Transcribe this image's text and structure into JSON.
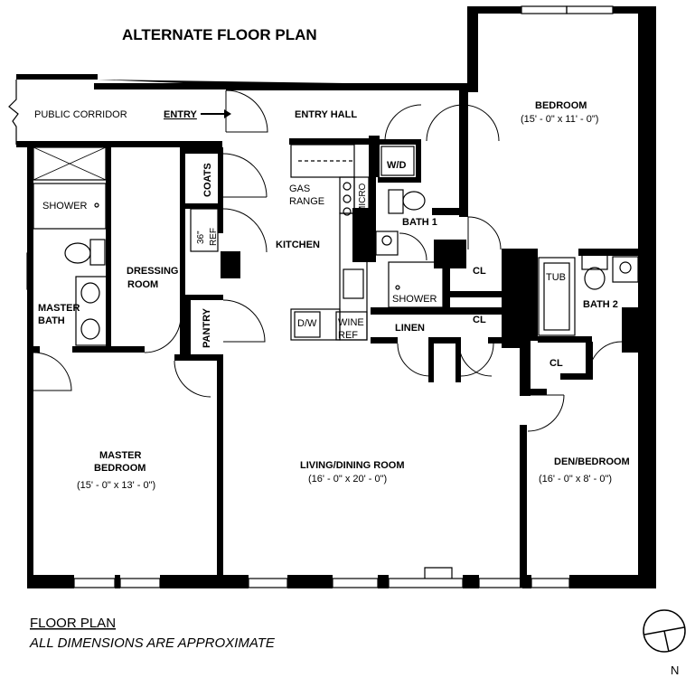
{
  "title": "ALTERNATE FLOOR PLAN",
  "footer": {
    "heading": "FLOOR PLAN",
    "note": "ALL DIMENSIONS ARE APPROXIMATE"
  },
  "compass": {
    "label": "N"
  },
  "labels": {
    "public_corridor": "PUBLIC CORRIDOR",
    "entry": "ENTRY",
    "entry_hall": "ENTRY HALL",
    "bedroom": "BEDROOM",
    "bedroom_dims": "(15' - 0\" x 11' - 0\")",
    "wd": "W/D",
    "coats": "COATS",
    "gas": "GAS",
    "range": "RANGE",
    "micro": "MICRO",
    "bath1": "BATH 1",
    "ref_size": "36\"",
    "ref": "REF",
    "kitchen": "KITCHEN",
    "shower": "SHOWER",
    "shower_master": "SHOWER",
    "cl1": "CL",
    "cl2": "CL",
    "cl3": "CL",
    "tub": "TUB",
    "bath2": "BATH 2",
    "dressing": "DRESSING",
    "room": "ROOM",
    "master": "MASTER",
    "bath": "BATH",
    "pantry": "PANTRY",
    "dw": "D/W",
    "wine": "WINE",
    "wine_ref": "REF",
    "linen": "LINEN",
    "master_bedroom_1": "MASTER",
    "master_bedroom_2": "BEDROOM",
    "master_bedroom_dims": "(15' - 0\" x 13' - 0\")",
    "living": "LIVING/DINING ROOM",
    "living_dims": "(16' - 0\" x 20' - 0\")",
    "den": "DEN/BEDROOM",
    "den_dims": "(16' - 0\" x 8' - 0\")"
  }
}
